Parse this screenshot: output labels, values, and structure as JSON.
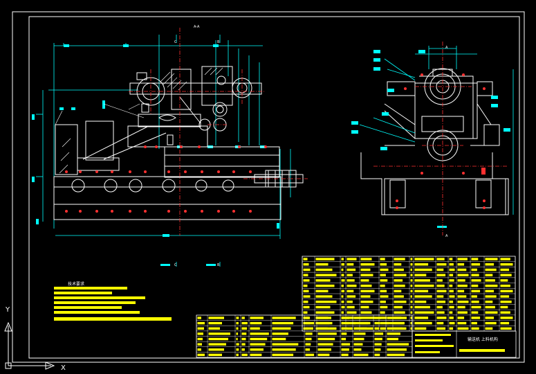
{
  "drawing": {
    "section_label": "A-A",
    "section_marks": [
      "C",
      "C",
      "B",
      "B"
    ],
    "side_view_marks": [
      "A",
      "A"
    ],
    "notes_heading": "技术要求",
    "title_block_name": "输送机  上料机构"
  },
  "ucs": {
    "x_label": "X",
    "y_label": "Y"
  },
  "colors": {
    "background": "#000000",
    "lines": "#ffffff",
    "dimension": "#00ffff",
    "centerline": "#ff3030",
    "text": "#ffff00",
    "border": "#ffffff"
  }
}
